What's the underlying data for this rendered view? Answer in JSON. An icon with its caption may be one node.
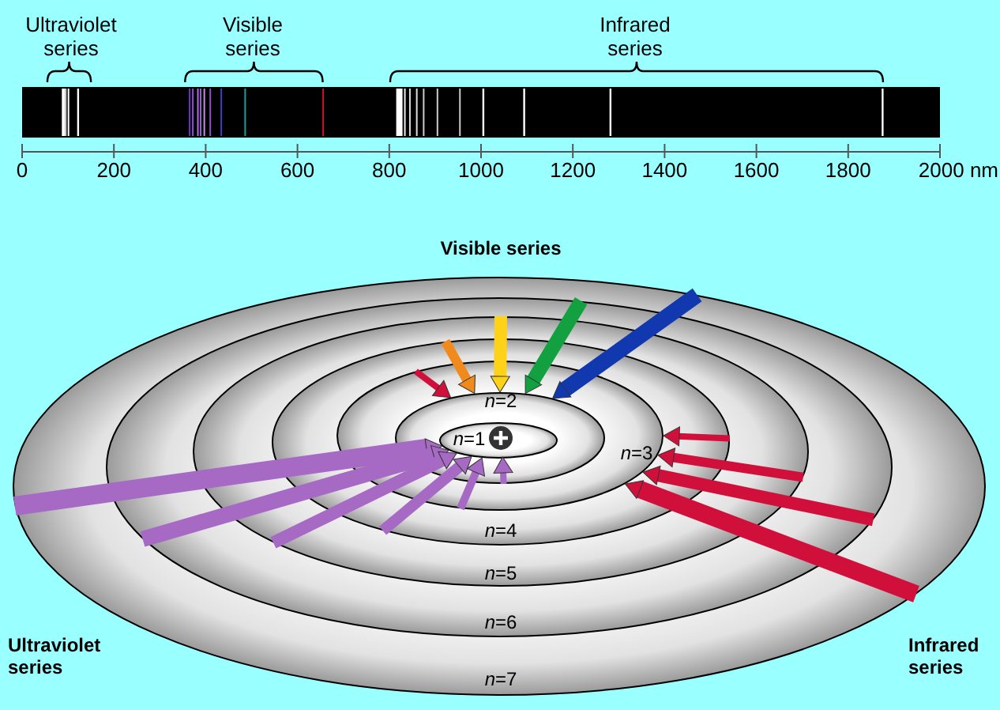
{
  "diagram": {
    "nodes": [
      {
        "text": [
          "*n*=7"
        ]
      },
      {
        "text": [
          "*n*=6"
        ],
        "in": 0
      },
      {
        "text": [
          "*n*=5"
        ],
        "in": 1
      },
      {
        "text": [
          "*n*=4"
        ],
        "in": 2
      },
      {
        "text": [
          "*n*=3"
        ],
        "in": 3
      },
      {
        "text": [
          "*n*=2"
        ],
        "in": 4
      },
      {
        "text": [
          "*n*=1"
        ],
        "in": 5
      }
    ],
    "edges": [
      {
        "from": 0,
        "to": 6,
        "arrow": "to"
      },
      {
        "from": 1,
        "to": 6,
        "arrow": "to"
      },
      {
        "from": 2,
        "to": 6,
        "arrow": "to"
      },
      {
        "from": 3,
        "to": 6,
        "arrow": "to"
      },
      {
        "from": 4,
        "to": 6,
        "arrow": "to"
      },
      {
        "from": 5,
        "to": 6,
        "arrow": "to"
      },
      {
        "from": 4,
        "to": 5,
        "arrow": "to",
        "color": "#d0103a"
      },
      {
        "from": 3,
        "to": 5,
        "arrow": "to",
        "color": "#f08a1c"
      },
      {
        "from": 2,
        "to": 5,
        "arrow": "to",
        "color": "#ffd21a"
      },
      {
        "from": 1,
        "to": 5,
        "arrow": "to",
        "color": "#12a040"
      },
      {
        "from": 0,
        "to": 5,
        "arrow": "to",
        "color": "#1238b0"
      },
      {
        "from": 3,
        "to": 4,
        "arrow": "to",
        "color": "#d0103a"
      },
      {
        "from": 2,
        "to": 4,
        "arrow": "to",
        "color": "#d0103a"
      },
      {
        "from": 1,
        "to": 4,
        "arrow": "to",
        "color": "#d0103a"
      },
      {
        "from": 0,
        "to": 4,
        "arrow": "to",
        "color": "#d0103a"
      }
    ],
    "labels": [
      "Ultraviolet series",
      "Visible series",
      "Infrared series",
      "0",
      "200",
      "400",
      "600",
      "800",
      "1000",
      "1200",
      "1400",
      "1600",
      "1800",
      "2000 nm",
      "Visible series",
      "Ultraviolet series",
      "Infrared series"
    ]
  }
}
